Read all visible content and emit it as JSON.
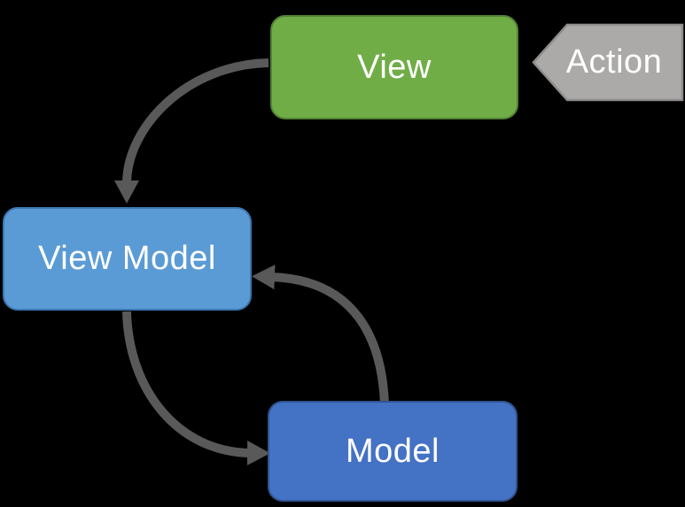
{
  "diagram": {
    "background": "#000000",
    "nodes": {
      "view": {
        "label": "View",
        "fill": "#70AD47",
        "border": "#538135",
        "text_color": "#FFFFFF"
      },
      "view_model": {
        "label": "View Model",
        "fill": "#5B9BD5",
        "border": "#3C76B0",
        "text_color": "#FFFFFF"
      },
      "model": {
        "label": "Model",
        "fill": "#4472C4",
        "border": "#305492",
        "text_color": "#FFFFFF"
      },
      "action": {
        "label": "Action",
        "fill": "#ACA9A9",
        "border": "#8F8C8C",
        "text_color": "#FFFFFF"
      }
    },
    "connectors": {
      "color": "#595959",
      "items": [
        {
          "name": "view-to-viewmodel",
          "from": "view",
          "to": "view_model"
        },
        {
          "name": "viewmodel-to-model",
          "from": "view_model",
          "to": "model"
        },
        {
          "name": "model-to-viewmodel",
          "from": "model",
          "to": "view_model"
        }
      ]
    }
  }
}
